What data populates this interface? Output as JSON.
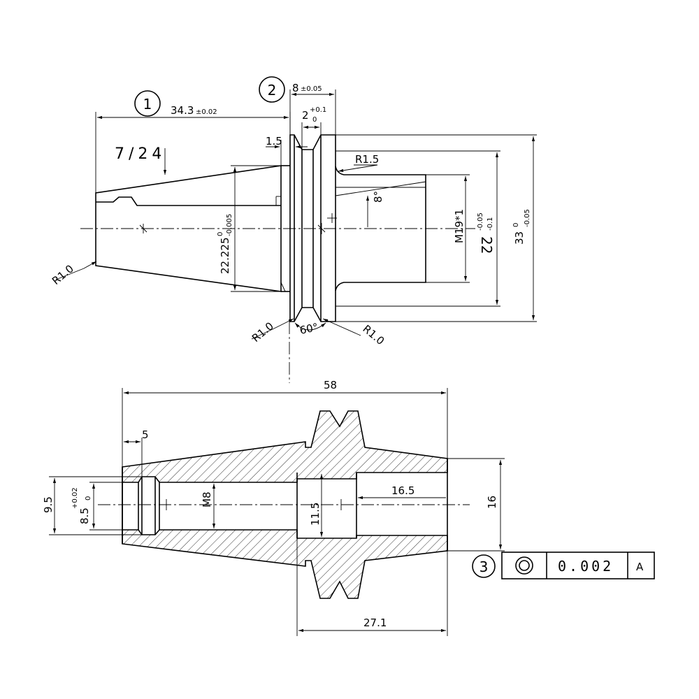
{
  "balloons": {
    "b1": "1",
    "b2": "2",
    "b3": "3"
  },
  "top_view": {
    "taper_ratio": "7/24",
    "dim_34_3": "34.3",
    "dim_34_3_tol": "±0.02",
    "dim_8": "8",
    "dim_8_tol": "±0.05",
    "dim_2": "2",
    "dim_2_tol_up": "+0.1",
    "dim_2_tol_lo": "0",
    "dim_1_5": "1.5",
    "radius_r1_5": "R1.5",
    "radius_r1_left": "R1.0",
    "radius_r1_bottom_left": "R1.0",
    "radius_r1_bottom_right": "R1.0",
    "angle_8": "8°",
    "angle_60": "60°",
    "dim_22_225": "22.225",
    "dim_22_225_tol_up": "0",
    "dim_22_225_tol_lo": "-0.005",
    "thread": "M19*1",
    "dim_22": "22",
    "dim_22_tol_up": "-0.05",
    "dim_22_tol_lo": "-0.1",
    "dim_33": "33",
    "dim_33_tol_up": "0",
    "dim_33_tol_lo": "-0.05"
  },
  "section_view": {
    "dim_58": "58",
    "dim_5": "5",
    "dim_9_5": "9.5",
    "dim_8_5": "8.5",
    "dim_8_5_tol_up": "+0.02",
    "dim_8_5_tol_lo": "0",
    "dim_m8": "M8",
    "dim_11_5": "11.5",
    "dim_16_5": "16.5",
    "dim_16": "16",
    "dim_27_1": "27.1"
  },
  "tolerance_frame": {
    "symbol": "concentricity-icon",
    "value": "0.002",
    "datum": "A"
  }
}
